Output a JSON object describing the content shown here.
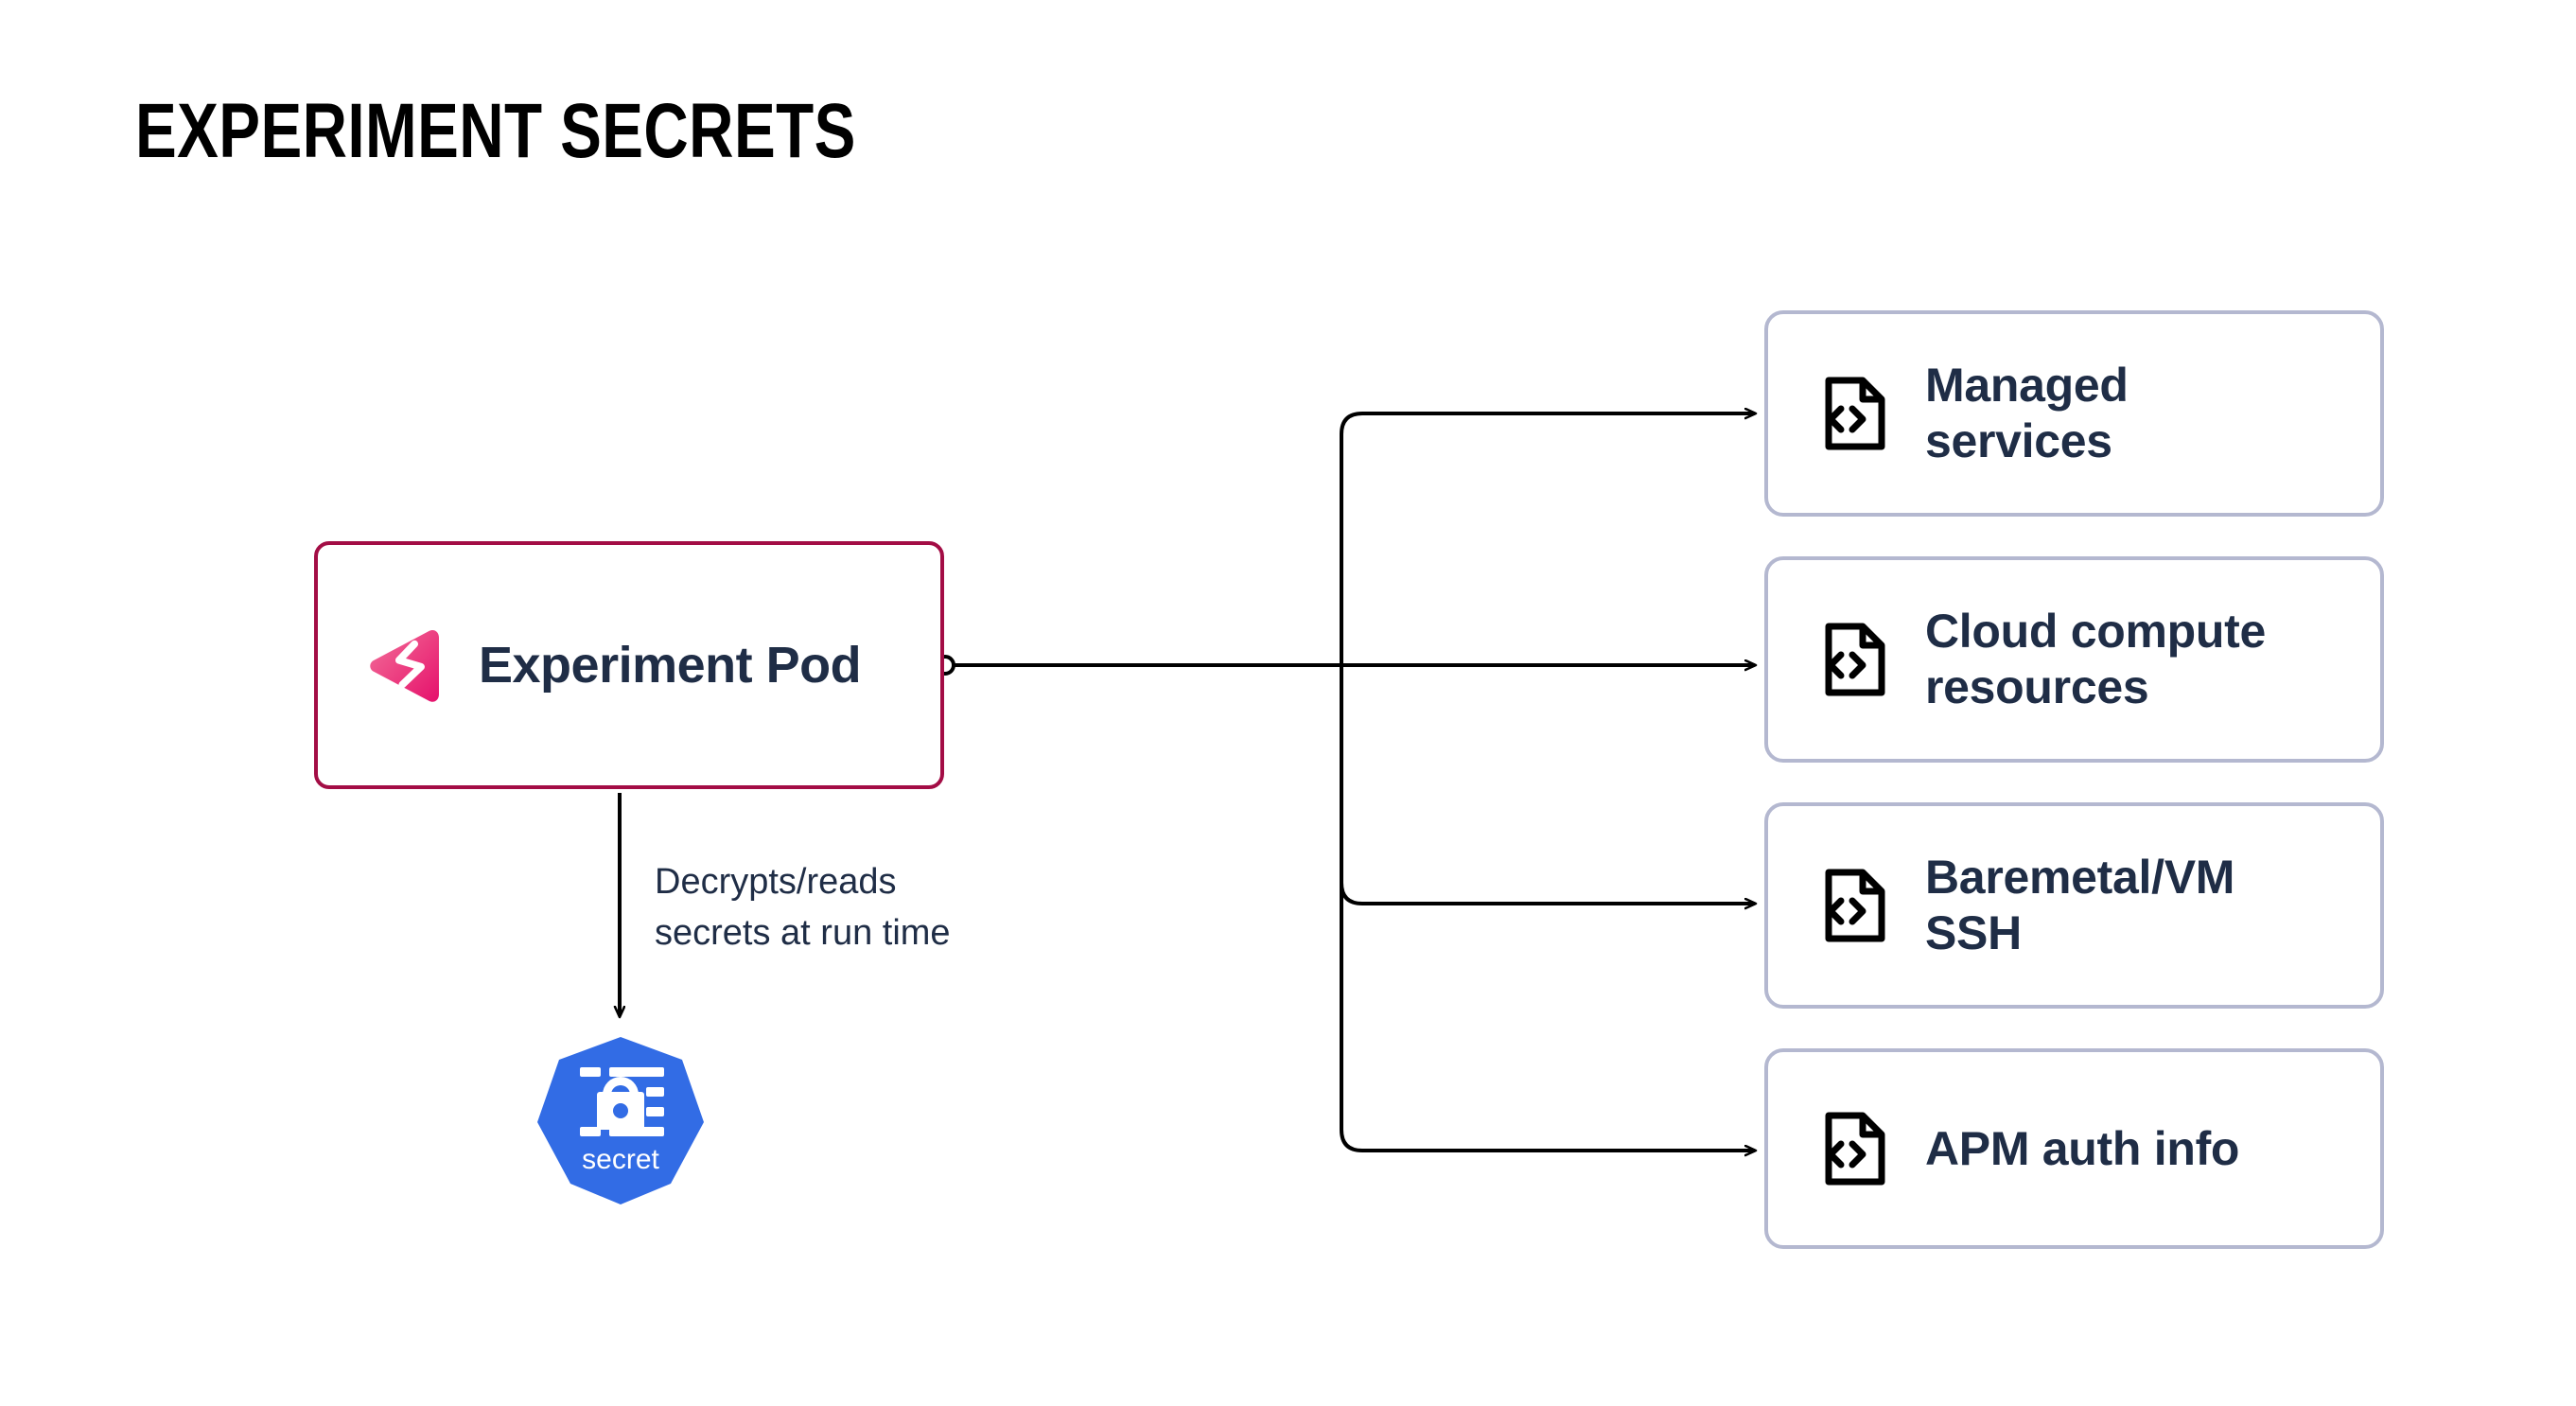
{
  "page": {
    "title": "EXPERIMENT SECRETS",
    "background_color": "#ffffff"
  },
  "colors": {
    "title_text": "#000000",
    "node_text": "#1f2d46",
    "pod_border": "#a30d45",
    "pod_logo_gradient_from": "#f0628f",
    "pod_logo_gradient_to": "#e5136f",
    "card_border": "#b4b8d0",
    "card_icon": "#000000",
    "secret_fill": "#326ce5",
    "secret_glyph": "#ffffff",
    "connector_stroke": "#000000"
  },
  "source_node": {
    "label": "Experiment Pod",
    "icon": "gremlin-logo-icon",
    "port_icon": "connector-port-circle-icon"
  },
  "annotation": {
    "text": "Decrypts/reads\nsecrets at run time"
  },
  "secret_node": {
    "label": "secret",
    "icon": "kubernetes-secret-icon",
    "shape": "heptagon"
  },
  "cards": [
    {
      "label": "Managed\nservices",
      "icon": "code-file-icon"
    },
    {
      "label": "Cloud compute\nresources",
      "icon": "code-file-icon"
    },
    {
      "label": "Baremetal/VM\nSSH",
      "icon": "code-file-icon"
    },
    {
      "label": "APM auth info",
      "icon": "code-file-icon"
    }
  ],
  "connectors": {
    "trunk_branch_label": "fan-out-connector",
    "down_arrow_label": "pod-to-secret-arrow",
    "arrow_head": "arrowhead-icon"
  }
}
